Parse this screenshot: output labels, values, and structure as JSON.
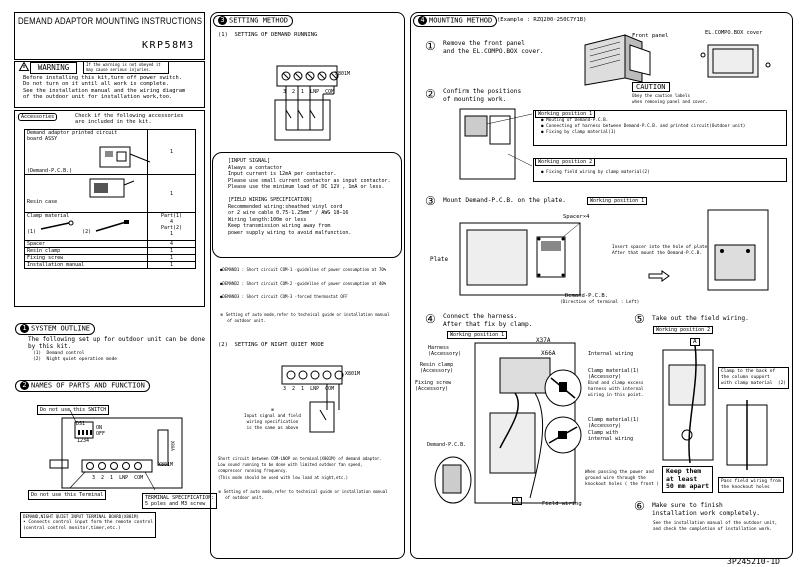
{
  "title": "DEMAND ADAPTOR MOUNTING INSTRUCTIONS",
  "model": "KRP58M3",
  "warning": {
    "label": "WARNING",
    "note": "If the warning is not obeyed it may cause serious injuries.",
    "text": "Before installing this kit,turn off power switch.\nDo not turn on it until all work is complete.\nSee the installation manual and the wiring diagram\nof the outdoor unit for installation work,too."
  },
  "accessories": {
    "label": "Accessories",
    "intro": "Check if the following accessories\nare included in the kit.",
    "rows": [
      {
        "name": "Demand adaptor printed circuit\nboard ASSY\n(Demand-P.C.B.)",
        "qty": "1"
      },
      {
        "name": "Resin case",
        "qty": "1"
      },
      {
        "name": "Clamp material",
        "qty": "Part(1)\n4\nPart(2)\n1"
      },
      {
        "name": "Spacer",
        "qty": "4"
      },
      {
        "name": "Resin clamp",
        "qty": "1"
      },
      {
        "name": "Fixing screw",
        "qty": "1"
      },
      {
        "name": "Installation manual",
        "qty": "1"
      }
    ],
    "clamp_parts": [
      "(1)",
      "(2)"
    ]
  },
  "section1": {
    "num": "1",
    "label": "SYSTEM OUTLINE",
    "text": "The following set up for outdoor unit can be done\nby this kit.",
    "items": [
      "(1)  Demand control",
      "(2)  Night quiet operation mode"
    ]
  },
  "section2": {
    "num": "2",
    "label": "NAMES OF PARTS AND FUNCTION",
    "do_not_use_switch": "Do not use this SWITCH",
    "switch_on": "ON",
    "switch_off": "OFF",
    "switch_nums": "1234",
    "connector_ds1": "DS1",
    "x801m": "X801M",
    "x80a": "X80A",
    "terminals": "3  2  1  LNP  COM",
    "do_not_use_terminal": "Do not use this Terminal",
    "terminal_spec": "TERMINAL SPECIFICATION:\n5 poles and M3 screw",
    "board_title": "DEMAND,NIGHT QUIET INPUT TERMINAL BOARD(X801M)",
    "board_text": "• Connects control input form the remote control\n(central control monitor,timer,etc.)"
  },
  "section3": {
    "num": "3",
    "label": "SETTING METHOD",
    "sub1": "(1)  SETTING OF DEMAND RUNNING",
    "x801m": "X801M",
    "terminals": "3  2  1  LNP  COM",
    "input_signal": "[INPUT SIGNAL]\nAlways a contactor\nInput current is 12mA per contactor.\nPlease use small current contactor as input contactor.\nPlease use the minimum load of DC 12V , 1mA or less.",
    "field_wiring": "[FIELD WIRING SPECIFICATION]\nRecommended wiring:sheathed vinyl cord\nor 2 wire cable 0.75-1.25mm² / AWG 18–16\nWiring length:100m or less\nKeep transmission wiring away from\npower supply wiring to avoid malfunction.",
    "demand_items": [
      "●DEMAND1 : Short circuit COM-1 -guideline of power consumption at 70%",
      "●DEMAND2 : Short circuit COM-2 -guideline of power consumption at 40%",
      "●DEMAND3 : Short circuit COM-3 -forced thermostat OFF"
    ],
    "note1": "※ Setting of auto mode,refer to technical guide or installation manual\n   of outdoor unit.",
    "sub2": "(2)  SETTING OF NIGHT QUIET MODE",
    "input_same": "※\nInput signal and field\nwiring specification\nis the same as above",
    "night_text": "Short circuit between COM-LNOP on terminal(X801M) of demand adaptor.\nLow sound running to be done with limited outdoor fan speed,\ncompressor running frequency.\n(This mode should be used with low load at night,etc.)",
    "note2": "※ Setting of auto mode,refer to technical guide or installation manual\n   of outdoor unit."
  },
  "section4": {
    "num": "4",
    "label": "MOUNTING METHOD",
    "example": "(Example : RZQ200·250C7Y1B)",
    "step1": {
      "num": "①",
      "text": "Remove the front panel\nand the EL.COMPO.BOX cover."
    },
    "front_panel": "Front panel",
    "el_compo": "EL.COMPO.BOX cover",
    "caution_label": "CAUTION",
    "caution_text": "Obey the caution labels\nwhen removing panel and cover.",
    "step2": {
      "num": "②",
      "text": "Confirm the positions\nof mounting work."
    },
    "wp1_label": "Working position 1",
    "wp1_items": "● Mouting of Demand-P.C.B.\n● Connecting of harness between Demand-P.C.B. and printed circuit(Outdoor unit)\n● Fixing by clamp material(1)",
    "wp2_label": "Working position 2",
    "wp2_items": "● Fixing field wiring by clamp material(2)",
    "step3": {
      "num": "③",
      "text": "Mount Demand-P.C.B. on the plate."
    },
    "wp1_tag": "Working position 1",
    "spacer4": "Spacer×4",
    "plate": "Plate",
    "demand_pcb": "Demand-P.C.B.",
    "direction": "(Direction of terminal : Left)",
    "insert_spacer": "Insert spacer into the hole of plate\nAfter that mount the Demand-P.C.B.",
    "step4": {
      "num": "④",
      "text": "Connect the harness.\nAfter that fix by clamp."
    },
    "harness": "Harness\n(Accessory)",
    "resin_clamp": "Resin clamp\n(Accessory)",
    "fixing_screw": "Fixing screw\n(Accessory)",
    "x37a": "X37A",
    "x66a": "X66A",
    "internal_wiring": "Internal wiring",
    "clamp1a": "Clamp material(1)\n(Accessory)",
    "bind_clamp": "Bind and clamp excess\nharness with internal\nwiring in this point.",
    "clamp1b": "Clamp material(1)\n(Accessory)",
    "clamp_with": "Clamp with\ninternal wiring",
    "demand_pcb2": "Demand-P.C.B.",
    "passing": "When passing the power and\nground wire through the\nknockout holes ( the front )",
    "field_wiring_lbl": "Field wiring",
    "marker_a": "A",
    "step5": {
      "num": "⑤",
      "text": "Take out the field wiring."
    },
    "wp2_tag": "Working position 2",
    "clamp_back": "Clamp to the back of\nthe column support\nwith clamp material  (2)",
    "keep_apart": "Keep them\nat least\n50 mm apart",
    "pass_field": "Pass field wiring from\nthe knockout holes",
    "step6": {
      "num": "⑥",
      "text": "Make sure to finish\ninstallation work completely."
    },
    "step6_note": "See the installation manual of the outdoor unit,\nand check the completion of installation work."
  },
  "doc_number": "3P245210-1D"
}
